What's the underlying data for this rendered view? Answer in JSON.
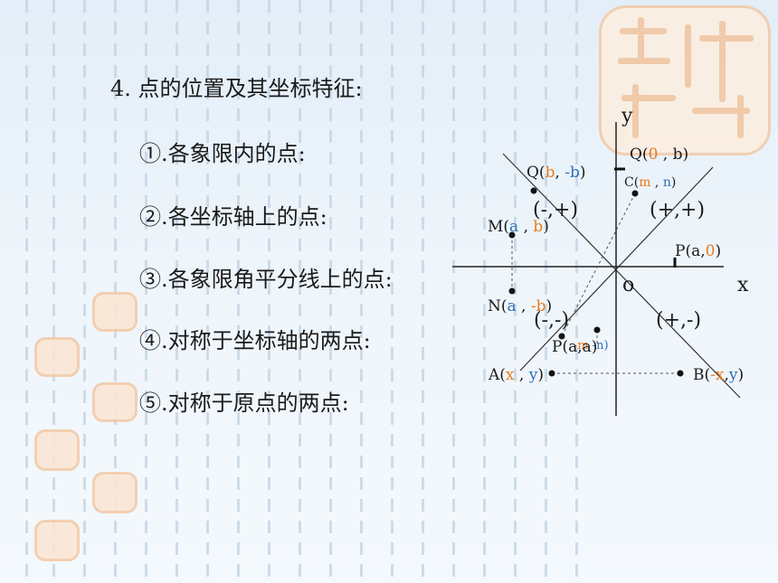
{
  "menu": {
    "heading": "4. 点的位置及其坐标特征:",
    "items": [
      "①.各象限内的点:",
      "②.各坐标轴上的点:",
      "③.各象限角平分线上的点:",
      "④.对称于坐标轴的两点:",
      "⑤.对称于原点的两点:"
    ]
  },
  "diagram": {
    "axis_x_label": "x",
    "axis_y_label": "y",
    "origin_label": "o",
    "quadrants": [
      "(+,+)",
      "(-,+)",
      "(-,-)",
      "(+,-)"
    ],
    "colors": {
      "orange": "#e97a1c",
      "blue": "#2e6fb7",
      "text": "#1a1a1a"
    },
    "points": {
      "Q_axis": {
        "prefix": "Q(",
        "a": "0",
        "sep": " , ",
        "b": "b",
        "suffix": ")"
      },
      "C": {
        "prefix": "C(",
        "a": "m",
        "sep": " ,  ",
        "b": "n",
        "suffix": ")"
      },
      "Q_bis": {
        "prefix": "Q(",
        "a": "b",
        "sep": ", ",
        "b": "-b",
        "suffix": ")"
      },
      "M": {
        "prefix": "M(",
        "a": "a",
        "sep": " , ",
        "b": "b",
        "suffix": ")"
      },
      "P_axis": {
        "prefix": "P(a,",
        "b": "0",
        "suffix": ")"
      },
      "N": {
        "prefix": "N(",
        "a": "a",
        "sep": " , ",
        "b": "-b",
        "suffix": ")"
      },
      "P_bis": "P(a,a)",
      "P_sym": {
        "a": "-m",
        "b": "-n)"
      },
      "A": {
        "prefix": "A(",
        "a": "x",
        "sep": " , ",
        "b": "y",
        "suffix": ")"
      },
      "B": {
        "prefix": "B(",
        "a": "-x",
        "sep": ",",
        "b": "y",
        "suffix": ")"
      }
    }
  }
}
